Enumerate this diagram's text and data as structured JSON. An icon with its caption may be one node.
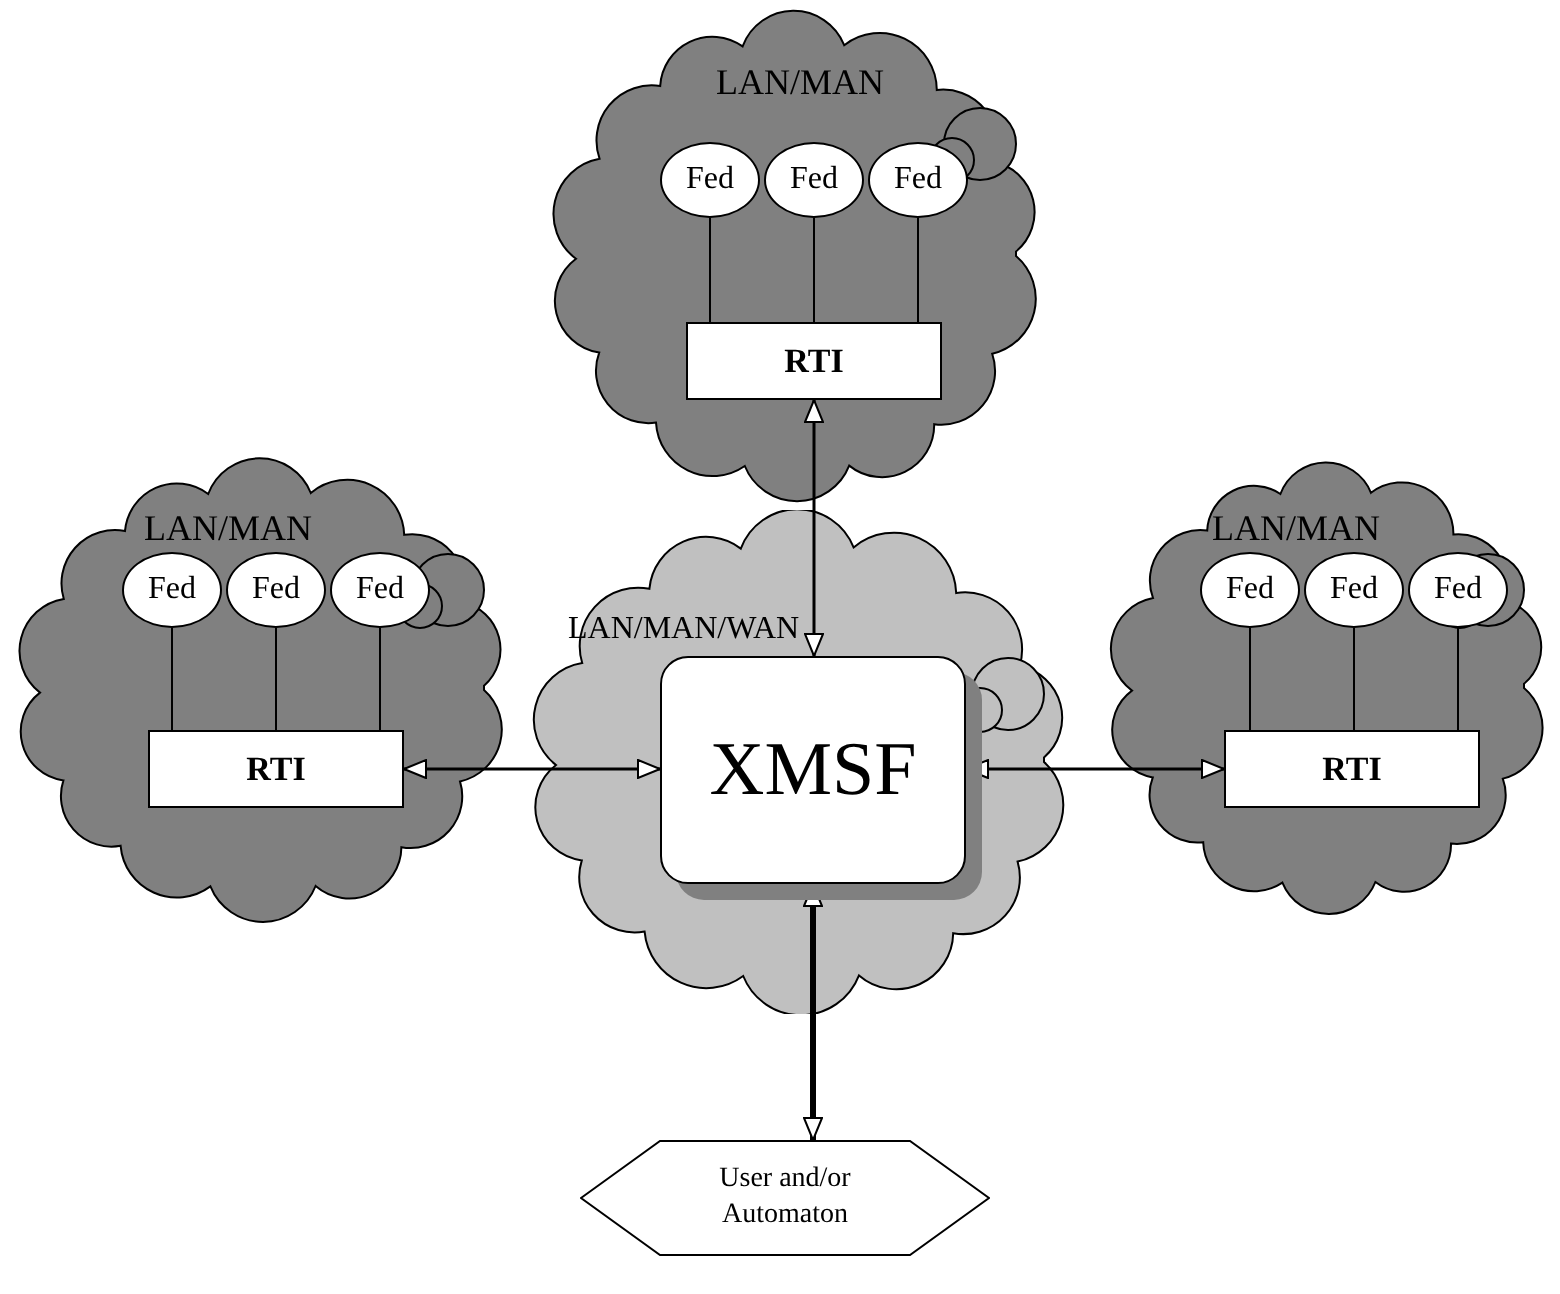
{
  "diagram": {
    "nodes": [
      {
        "text": [
          "LAN/MAN"
        ]
      },
      {
        "text": [
          "Fed"
        ],
        "in": 0
      },
      {
        "text": [
          "Fed"
        ],
        "in": 0
      },
      {
        "text": [
          "Fed"
        ],
        "in": 0
      },
      {
        "text": [
          "RTI"
        ],
        "in": 0
      },
      {
        "text": [
          "LAN/MAN"
        ]
      },
      {
        "text": [
          "Fed"
        ],
        "in": 5
      },
      {
        "text": [
          "Fed"
        ],
        "in": 5
      },
      {
        "text": [
          "Fed"
        ],
        "in": 5
      },
      {
        "text": [
          "RTI"
        ],
        "in": 5
      },
      {
        "text": [
          "LAN/MAN/WAN"
        ]
      },
      {
        "text": [
          "XMSF"
        ],
        "in": 10
      },
      {
        "text": [
          "LAN/MAN"
        ]
      },
      {
        "text": [
          "Fed"
        ],
        "in": 12
      },
      {
        "text": [
          "Fed"
        ],
        "in": 12
      },
      {
        "text": [
          "Fed"
        ],
        "in": 12
      },
      {
        "text": [
          "RTI"
        ],
        "in": 12
      },
      {
        "text": [
          "User and/or Automaton"
        ]
      }
    ],
    "edges": [
      {
        "from": 1,
        "to": 4,
        "arrow": "none"
      },
      {
        "from": 2,
        "to": 4,
        "arrow": "none"
      },
      {
        "from": 3,
        "to": 4,
        "arrow": "none"
      },
      {
        "from": 6,
        "to": 9,
        "arrow": "none"
      },
      {
        "from": 7,
        "to": 9,
        "arrow": "none"
      },
      {
        "from": 8,
        "to": 9,
        "arrow": "none"
      },
      {
        "from": 13,
        "to": 16,
        "arrow": "none"
      },
      {
        "from": 14,
        "to": 16,
        "arrow": "none"
      },
      {
        "from": 15,
        "to": 16,
        "arrow": "none"
      },
      {
        "from": 4,
        "to": 11,
        "arrow": "both"
      },
      {
        "from": 9,
        "to": 11,
        "arrow": "both"
      },
      {
        "from": 11,
        "to": 16,
        "arrow": "both"
      },
      {
        "from": 11,
        "to": 17,
        "arrow": "both",
        "style": "thick"
      }
    ]
  }
}
